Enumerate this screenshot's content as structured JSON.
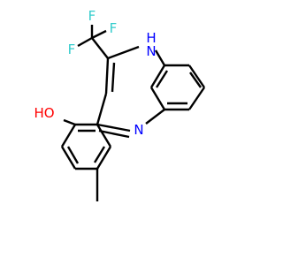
{
  "molecule": {
    "colors": {
      "bond": "#000000",
      "oxygen": "#ff0000",
      "nitrogen": "#0000ff",
      "fluorine": "#33cccc",
      "background": "#ffffff"
    },
    "labels": {
      "hydroxyl": "HO",
      "amine": "H",
      "amine_n": "N",
      "imine_n": "N",
      "fluorine_top": "F",
      "fluorine_left": "F",
      "fluorine_right": "F"
    }
  }
}
